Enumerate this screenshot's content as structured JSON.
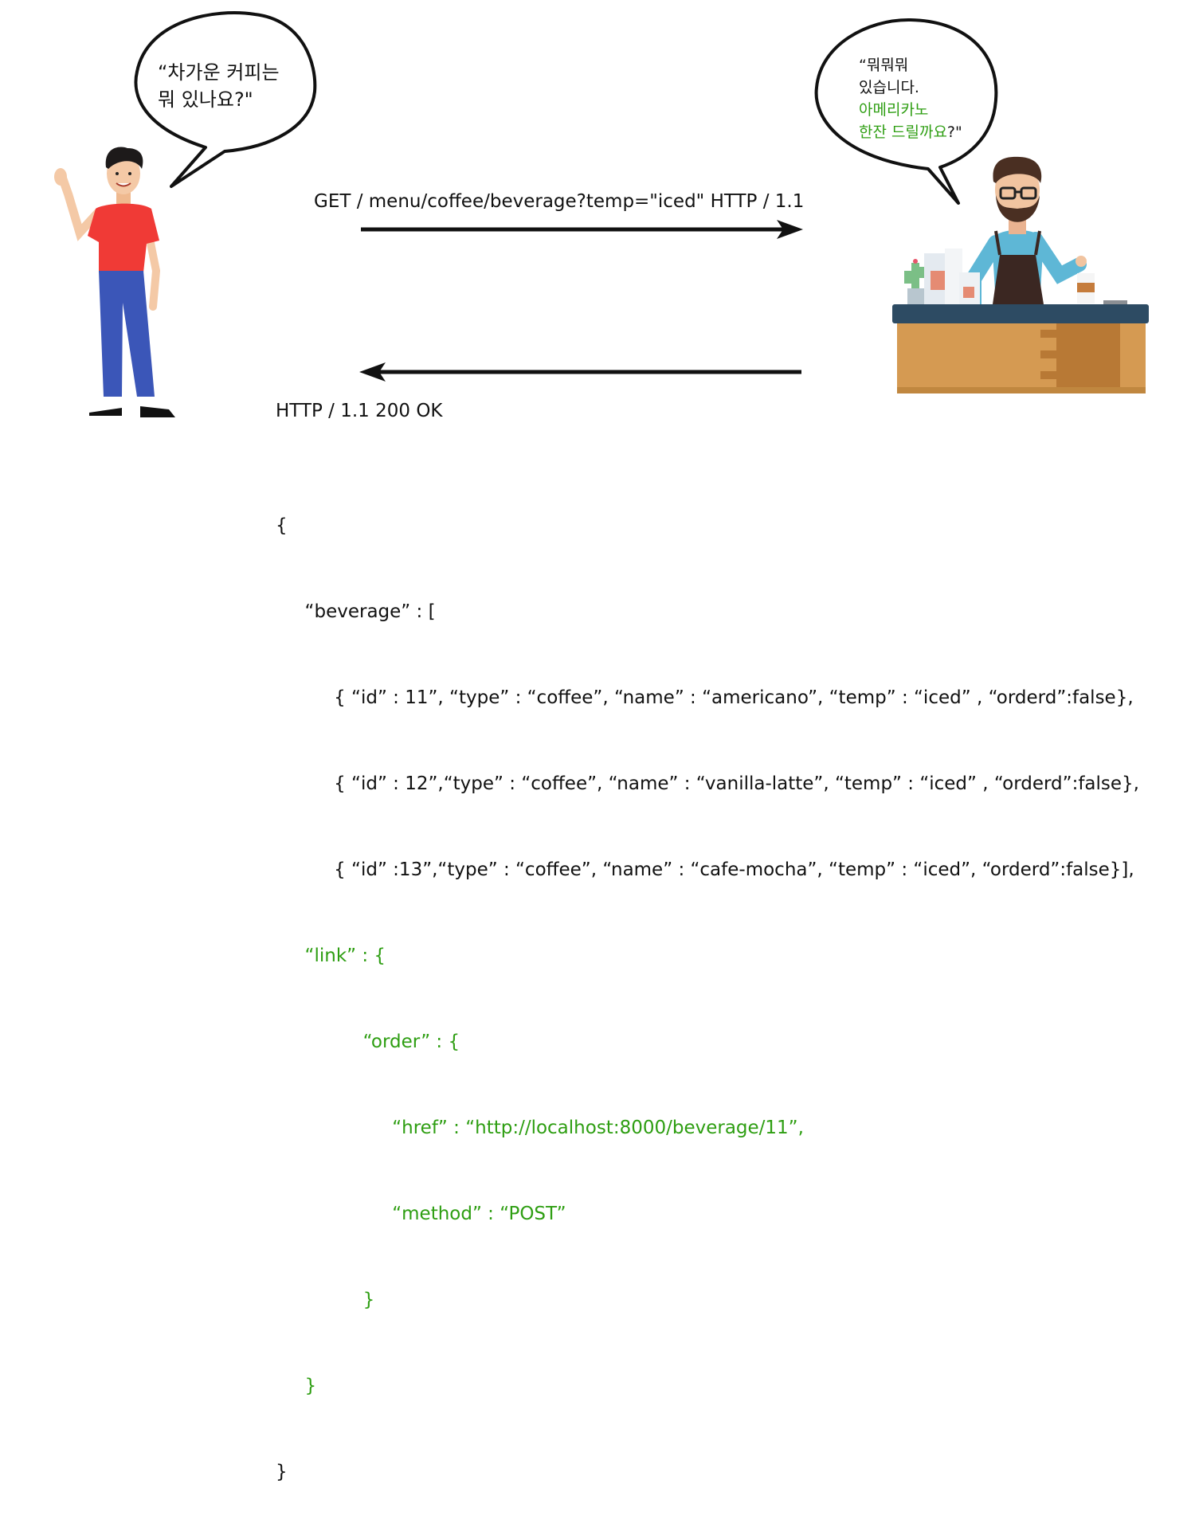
{
  "customer_bubble": {
    "line1": "“차가운 커피는",
    "line2": "뭐 있나요?\""
  },
  "barista_bubble": {
    "line1": "“뭐뭐뭐",
    "line2": "있습니다.",
    "line3": "아메리카노",
    "line4": "한잔 드릴까요",
    "line4_end": "?\""
  },
  "request_line": "GET / menu/coffee/beverage?temp=\"iced\" HTTP / 1.1",
  "response_status": "HTTP / 1.1 200 OK",
  "response_body": {
    "l1": "{",
    "l2": "     “beverage” : [",
    "l3": "          { “id” : 11”, “type” : “coffee”, “name” : “americano”, “temp” : “iced” , “orderd”:false},",
    "l4": "          { “id” : 12”,“type” : “coffee”, “name” : “vanilla-latte”, “temp” : “iced” , “orderd”:false},",
    "l5": "          { “id” :13”,“type” : “coffee”, “name” : “cafe-mocha”, “temp” : “iced”, “orderd”:false}],",
    "l6": "     “link” : {",
    "l7": "               “order” : {",
    "l8": "                    “href” : “http://localhost:8000/beverage/11”,",
    "l9": "                    “method” : “POST”",
    "l10": "               }",
    "l11": "     }",
    "l12": "}"
  },
  "colors": {
    "highlight_green": "#2e9e12",
    "customer_shirt": "#f03a36",
    "customer_pants": "#3b56b8",
    "counter_wood": "#d59a52",
    "counter_top": "#2d4b63",
    "barista_shirt": "#5eb7d6",
    "barista_apron": "#3b2722"
  }
}
